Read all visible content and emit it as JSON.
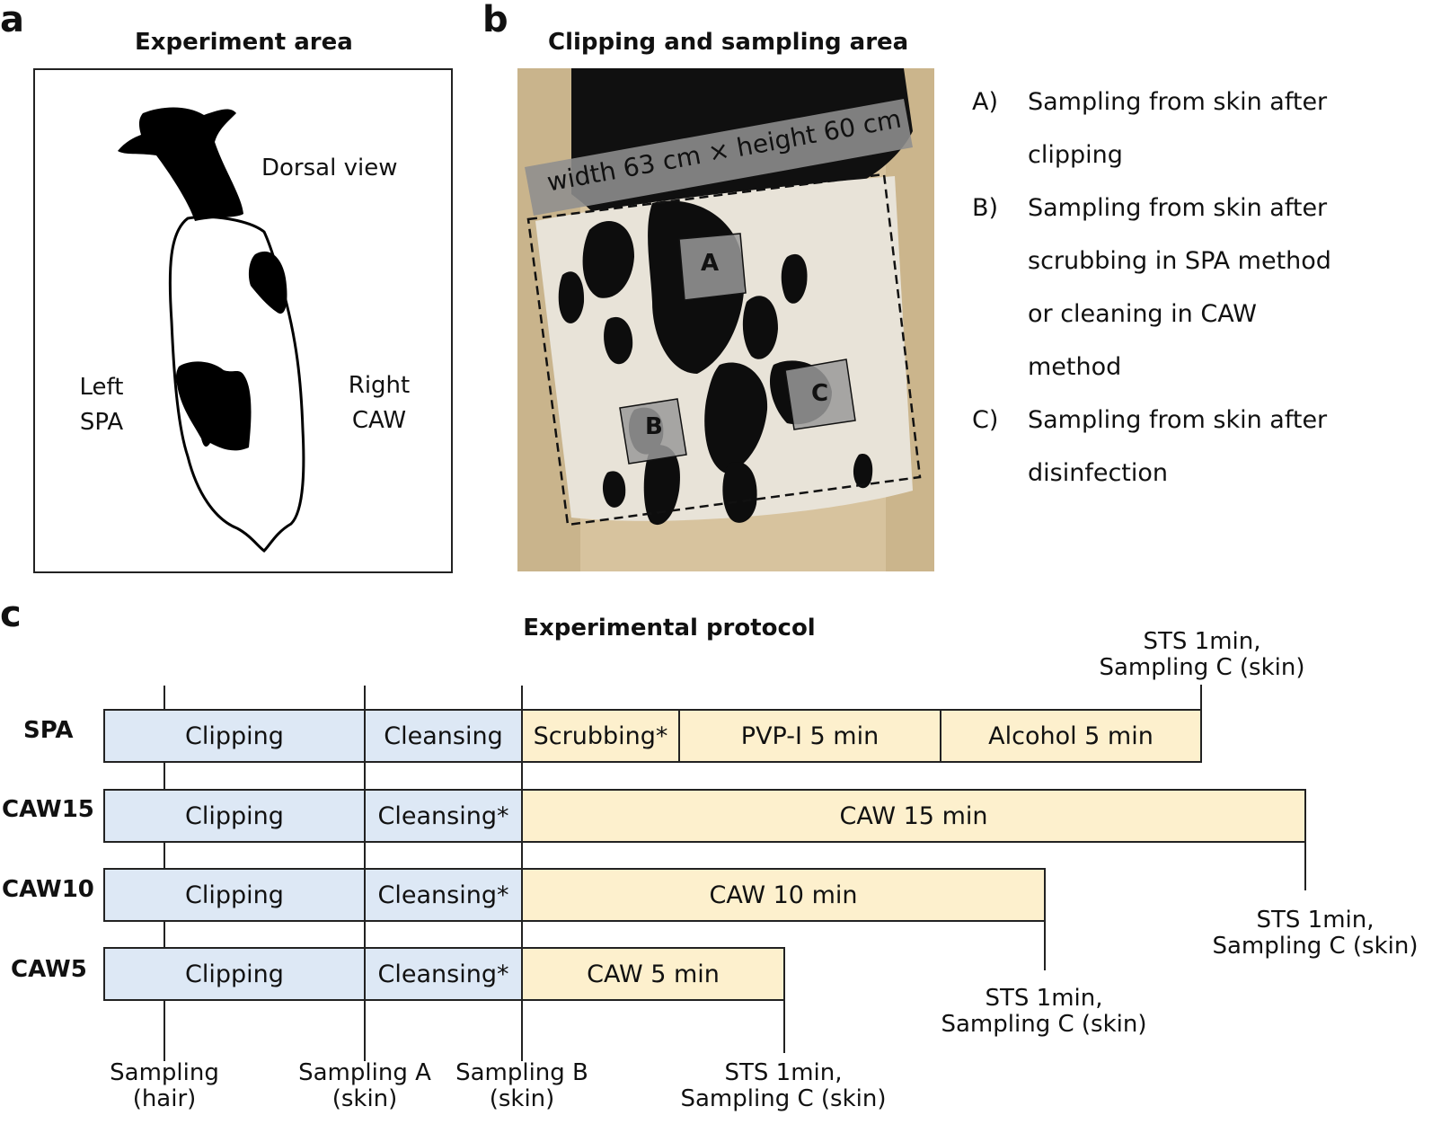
{
  "panel_a": {
    "letter": "a",
    "title": "Experiment area",
    "dorsal_view": "Dorsal view",
    "left": "Left",
    "left_method": "SPA",
    "right": "Right",
    "right_method": "CAW"
  },
  "panel_b": {
    "letter": "b",
    "title": "Clipping and sampling area",
    "dimension_label": "width 63 cm × height 60 cm",
    "box_labels": [
      "A",
      "B",
      "C"
    ],
    "list": [
      {
        "key": "A)",
        "lines": [
          "Sampling from skin after",
          "clipping"
        ]
      },
      {
        "key": "B)",
        "lines": [
          "Sampling from skin after",
          "scrubbing in SPA method",
          "or cleaning in CAW",
          "method"
        ]
      },
      {
        "key": "C)",
        "lines": [
          "Sampling from skin after",
          "disinfection"
        ]
      }
    ]
  },
  "panel_c": {
    "letter": "c",
    "title": "Experimental protocol",
    "rows": [
      {
        "label": "SPA",
        "segments": [
          "Clipping",
          "Cleansing",
          "Scrubbing*",
          "PVP-I 5 min",
          "Alcohol 5 min"
        ]
      },
      {
        "label": "CAW15",
        "segments": [
          "Clipping",
          "Cleansing*",
          "CAW 15 min"
        ]
      },
      {
        "label": "CAW10",
        "segments": [
          "Clipping",
          "Cleansing*",
          "CAW 10 min"
        ]
      },
      {
        "label": "CAW5",
        "segments": [
          "Clipping",
          "Cleansing*",
          "CAW 5 min"
        ]
      }
    ],
    "sts_labels": {
      "spa": [
        "STS 1min,",
        "Sampling C (skin)"
      ],
      "caw15": [
        "STS 1min,",
        "Sampling C (skin)"
      ],
      "caw10": [
        "STS 1min,",
        "Sampling C (skin)"
      ],
      "caw5": [
        "STS 1min,",
        "Sampling C (skin)"
      ]
    },
    "bottom_labels": [
      [
        "Sampling",
        "(hair)"
      ],
      [
        "Sampling A",
        "(skin)"
      ],
      [
        "Sampling B",
        "(skin)"
      ]
    ]
  },
  "colors": {
    "preparation_fill": "#dde8f5",
    "disinfection_fill": "#fdf0cd",
    "cow_black": "#000000"
  }
}
